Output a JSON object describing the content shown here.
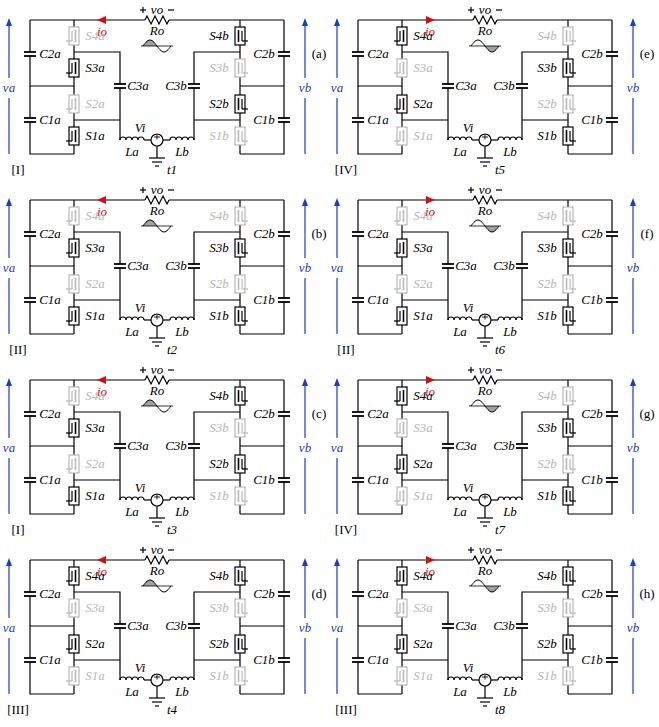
{
  "diagram": {
    "labels": [
      "vo",
      "io",
      "Ro",
      "va",
      "vb",
      "C2a",
      "S4a",
      "S3a",
      "C3a",
      "C1a",
      "S2a",
      "S1a",
      "La",
      "Vi",
      "Lb",
      "S4b",
      "C2b",
      "S3b",
      "C3b",
      "S2b",
      "C1b",
      "S1b",
      "[I]",
      "t1",
      "(a)",
      "vo",
      "io",
      "Ro",
      "va",
      "vb",
      "C2a",
      "S4a",
      "S3a",
      "C3a",
      "C1a",
      "S2a",
      "S1a",
      "La",
      "Vi",
      "Lb",
      "S4b",
      "C2b",
      "S3b",
      "C3b",
      "S2b",
      "C1b",
      "S1b",
      "[II]",
      "t2",
      "(b)",
      "vo",
      "io",
      "Ro",
      "va",
      "vb",
      "C2a",
      "S4a",
      "S3a",
      "C3a",
      "C1a",
      "S2a",
      "S1a",
      "La",
      "Vi",
      "Lb",
      "S4b",
      "C2b",
      "S3b",
      "C3b",
      "S2b",
      "C1b",
      "S1b",
      "[I]",
      "t3",
      "(c)",
      "vo",
      "io",
      "Ro",
      "va",
      "vb",
      "C2a",
      "S4a",
      "S3a",
      "C3a",
      "C1a",
      "S2a",
      "S1a",
      "La",
      "Vi",
      "Lb",
      "S4b",
      "C2b",
      "S3b",
      "C3b",
      "S2b",
      "C1b",
      "S1b",
      "[III]",
      "t4",
      "(d)",
      "vo",
      "io",
      "Ro",
      "va",
      "vb",
      "C2a",
      "S4a",
      "S3a",
      "C3a",
      "C1a",
      "S2a",
      "S1a",
      "La",
      "Vi",
      "Lb",
      "S4b",
      "C2b",
      "S3b",
      "C3b",
      "S2b",
      "C1b",
      "S1b",
      "[IV]",
      "t5",
      "(e)",
      "vo",
      "io",
      "Ro",
      "va",
      "vb",
      "C2a",
      "S4a",
      "S3a",
      "C3a",
      "C1a",
      "S2a",
      "S1a",
      "La",
      "Vi",
      "Lb",
      "S4b",
      "C2b",
      "S3b",
      "C3b",
      "S2b",
      "C1b",
      "S1b",
      "[II]",
      "t6",
      "(f)",
      "vo",
      "io",
      "Ro",
      "va",
      "vb",
      "C2a",
      "S4a",
      "S3a",
      "C3a",
      "C1a",
      "S2a",
      "S1a",
      "La",
      "Vi",
      "Lb",
      "S4b",
      "C2b",
      "S3b",
      "C3b",
      "S2b",
      "C1b",
      "S1b",
      "[IV]",
      "t7",
      "(g)",
      "vo",
      "io",
      "Ro",
      "va",
      "vb",
      "C2a",
      "S4a",
      "S3a",
      "C3a",
      "C1a",
      "S2a",
      "S1a",
      "La",
      "Vi",
      "Lb",
      "S4b",
      "C2b",
      "S3b",
      "C3b",
      "S2b",
      "C1b",
      "S1b",
      "[III]",
      "t8",
      "(h)"
    ]
  }
}
